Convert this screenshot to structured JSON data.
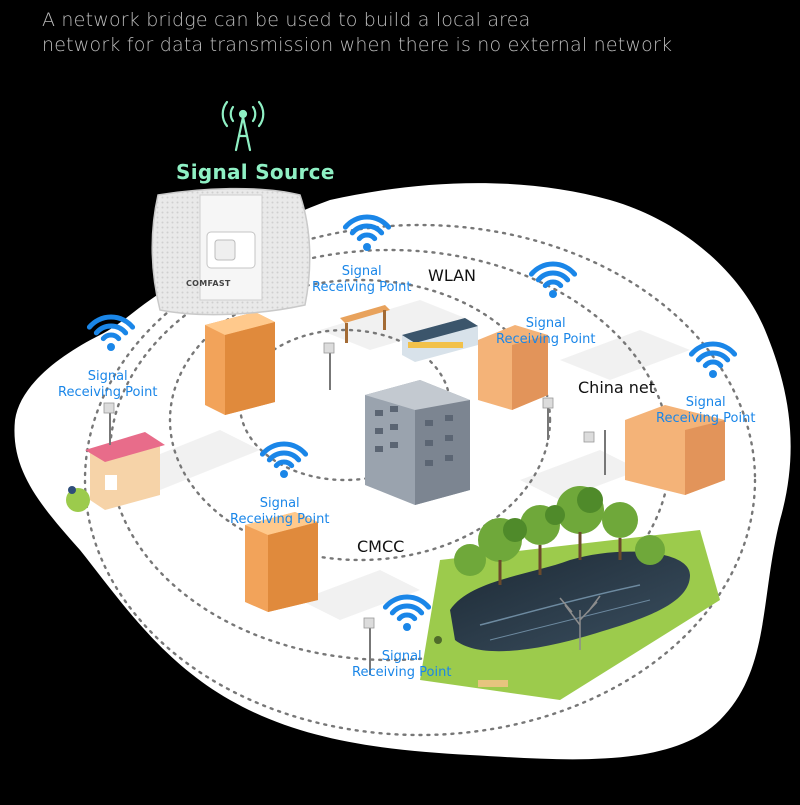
{
  "intro": {
    "line1": "A network bridge can be used to build a local area",
    "line2": "network for data transmission when there is no external network"
  },
  "source": {
    "label": "Signal Source",
    "brand": "COMFAST"
  },
  "networks": {
    "wlan": "WLAN",
    "china_net": "China net",
    "cmcc": "CMCC"
  },
  "receiving_points": [
    {
      "line1": "Signal",
      "line2": "Receiving Point"
    },
    {
      "line1": "Signal",
      "line2": "Receiving Point"
    },
    {
      "line1": "Signal",
      "line2": "Receiving Point"
    },
    {
      "line1": "Signal",
      "line2": "Receiving Point"
    },
    {
      "line1": "Signal",
      "line2": "Receiving Point"
    },
    {
      "line1": "Signal",
      "line2": "Receiving Point"
    }
  ],
  "colors": {
    "background": "#000000",
    "map": "#ffffff",
    "wifi_blue": "#1a86e8",
    "source_green": "#8ff0c4",
    "building_orange": "#f2a35a",
    "office_gray": "#8d96a3",
    "lake": "#2a3a48",
    "grass": "#9ccb4c"
  },
  "icons": [
    "wifi-icon",
    "antenna-tower-icon",
    "cpe-device-icon"
  ]
}
